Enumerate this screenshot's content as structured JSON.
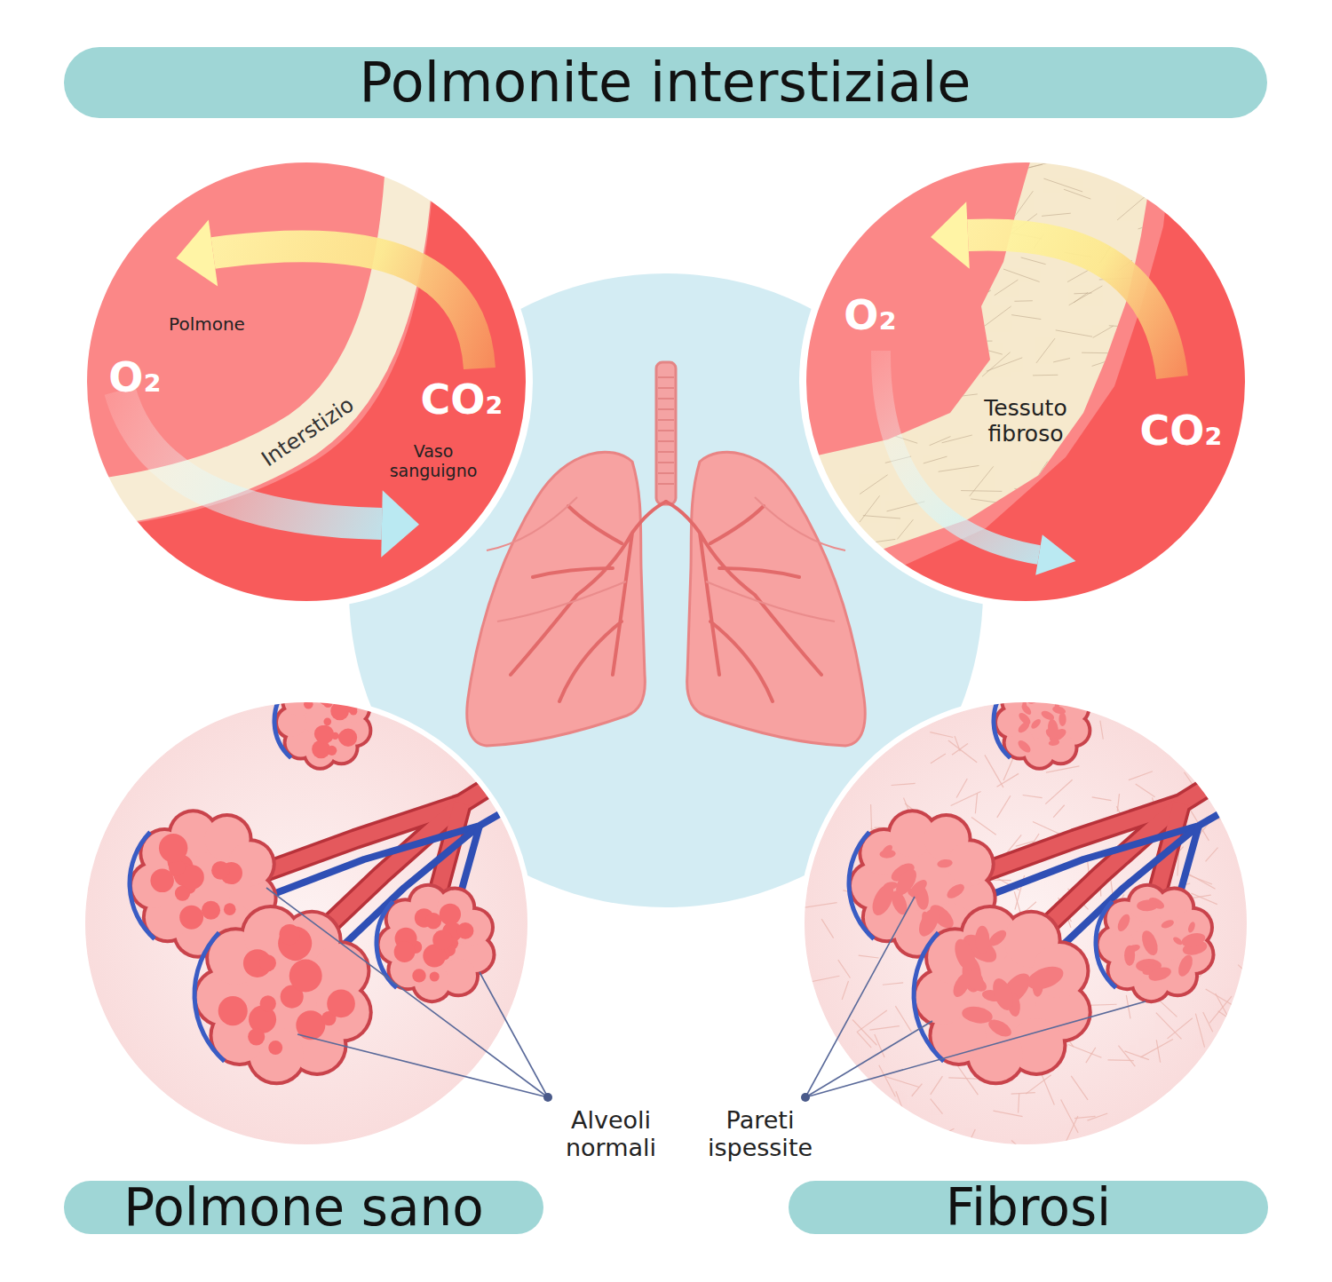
{
  "diagram": {
    "title": "Polmonite interstiziale",
    "nodes": [
      {
        "text": [
          "Polmone",
          "Interstizio",
          "Vaso sanguigno",
          "O₂",
          "CO₂"
        ]
      },
      {
        "text": [
          "O₂",
          "Tessuto fibroso",
          "CO₂"
        ]
      },
      {
        "text": [
          "Polmone sano"
        ]
      },
      {
        "text": [
          "Fibrosi"
        ]
      }
    ],
    "labels": [
      "Alveoli normali",
      "Pareti ispessite"
    ]
  }
}
